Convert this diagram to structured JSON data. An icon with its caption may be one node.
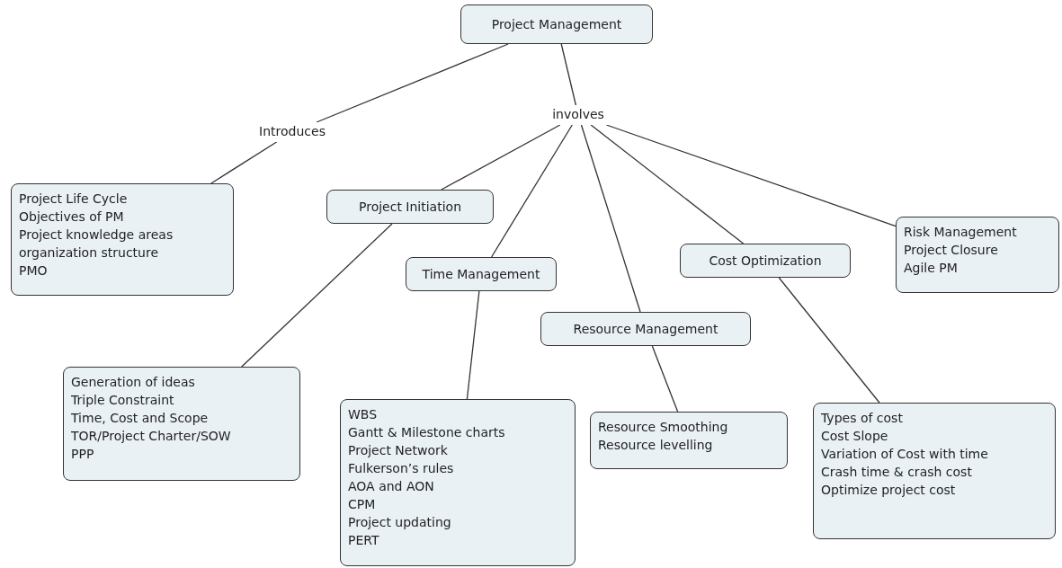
{
  "diagram": {
    "nodes": [
      {
        "text": [
          "Project Management"
        ]
      },
      {
        "text": [
          "Introduces"
        ]
      },
      {
        "text": [
          "involves"
        ]
      },
      {
        "text": [
          "Project Life Cycle",
          "Objectives of PM",
          "Project knowledge areas",
          "organization structure",
          "PMO"
        ]
      },
      {
        "text": [
          "Project Initiation"
        ]
      },
      {
        "text": [
          "Time Management"
        ]
      },
      {
        "text": [
          "Resource Management"
        ]
      },
      {
        "text": [
          "Cost Optimization"
        ]
      },
      {
        "text": [
          "Risk Management",
          "Project Closure",
          "Agile PM"
        ]
      },
      {
        "text": [
          "Generation of ideas",
          "Triple Constraint",
          "Time, Cost and Scope",
          "TOR/Project Charter/SOW",
          "PPP"
        ]
      },
      {
        "text": [
          "WBS",
          "Gantt & Milestone charts",
          "Project Network",
          "Fulkerson’s rules",
          "AOA and AON",
          "CPM",
          "Project updating",
          "PERT"
        ]
      },
      {
        "text": [
          "Resource Smoothing",
          "Resource levelling"
        ]
      },
      {
        "text": [
          "Types of cost",
          "Cost Slope",
          "Variation of Cost with time",
          "Crash time & crash cost",
          "Optimize project cost"
        ]
      }
    ],
    "edges": [
      {
        "from": 0,
        "to": 1,
        "arrow": "none"
      },
      {
        "from": 1,
        "to": 3,
        "arrow": "none"
      },
      {
        "from": 0,
        "to": 2,
        "arrow": "none"
      },
      {
        "from": 2,
        "to": 4,
        "arrow": "none"
      },
      {
        "from": 2,
        "to": 5,
        "arrow": "none"
      },
      {
        "from": 2,
        "to": 6,
        "arrow": "none"
      },
      {
        "from": 2,
        "to": 7,
        "arrow": "none"
      },
      {
        "from": 2,
        "to": 8,
        "arrow": "none"
      },
      {
        "from": 4,
        "to": 9,
        "arrow": "none"
      },
      {
        "from": 5,
        "to": 10,
        "arrow": "none"
      },
      {
        "from": 6,
        "to": 11,
        "arrow": "none"
      },
      {
        "from": 7,
        "to": 12,
        "arrow": "none"
      }
    ]
  }
}
